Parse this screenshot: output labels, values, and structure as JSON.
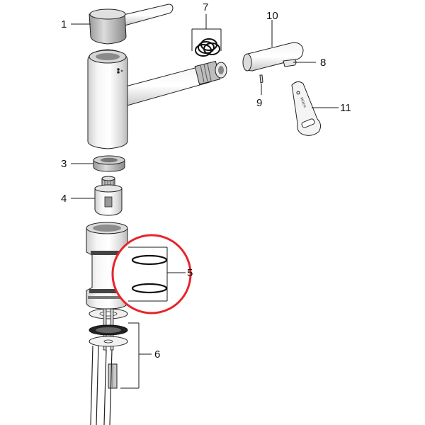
{
  "diagram": {
    "callouts": [
      {
        "id": "1",
        "label": "1"
      },
      {
        "id": "3",
        "label": "3"
      },
      {
        "id": "4",
        "label": "4"
      },
      {
        "id": "5",
        "label": "5"
      },
      {
        "id": "6",
        "label": "6"
      },
      {
        "id": "7",
        "label": "7"
      },
      {
        "id": "8",
        "label": "8"
      },
      {
        "id": "9",
        "label": "9"
      },
      {
        "id": "10",
        "label": "10"
      },
      {
        "id": "11",
        "label": "11"
      }
    ],
    "wrench_brand": "MOEN",
    "highlight_color": "#e8242a",
    "line_color": "#1a1a1a"
  }
}
